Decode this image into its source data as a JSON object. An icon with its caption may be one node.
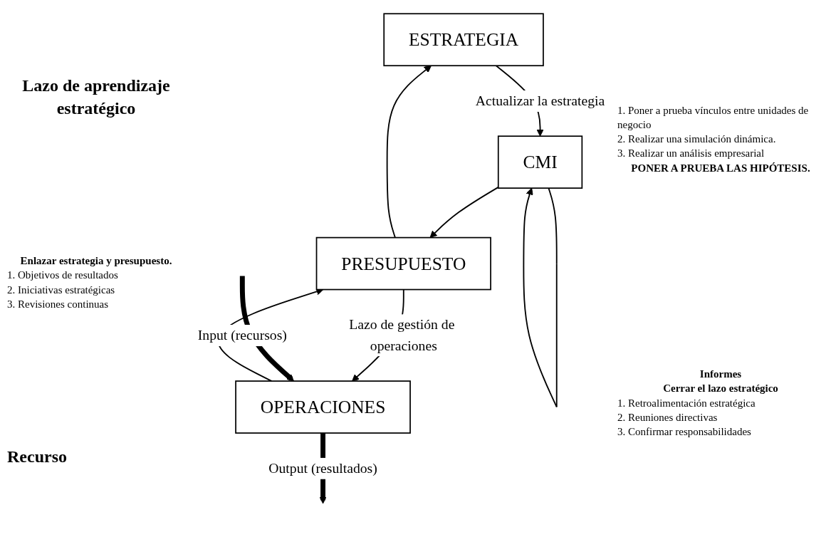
{
  "diagram": {
    "nodes": [
      {
        "text": [
          "ESTRATEGIA"
        ]
      },
      {
        "text": [
          "CMI"
        ]
      },
      {
        "text": [
          "PRESUPUESTO"
        ]
      },
      {
        "text": [
          "OPERACIONES"
        ]
      }
    ],
    "edges": [
      {
        "from": 0,
        "to": 1,
        "arrow": "to",
        "label": "Actualizar la estrategia"
      },
      {
        "from": 1,
        "to": 1,
        "arrow": "to"
      },
      {
        "from": 2,
        "to": 0,
        "arrow": "to"
      },
      {
        "from": 1,
        "to": 2,
        "arrow": "to"
      },
      {
        "from": 2,
        "to": 3,
        "arrow": "to",
        "label": "Lazo de gestión de operaciones"
      },
      {
        "from": 3,
        "to": 2,
        "arrow": "to"
      },
      {
        "from": null,
        "to": 3,
        "arrow": "to",
        "style": "thick",
        "label": "Input (recursos)"
      },
      {
        "from": 3,
        "to": null,
        "arrow": "to",
        "style": "thick",
        "label": "Output (resultados)"
      }
    ],
    "labels": [
      "Lazo de aprendizaje estratégico",
      "1. Poner a prueba vínculos entre unidades de negocio",
      "2. Realizar una simulación dinámica.",
      "3. Realizar un análisis empresarial",
      "PONER A PRUEBA LAS HIPÓTESIS.",
      "Enlazar estrategia y presupuesto.",
      "1. Objetivos de resultados",
      "2. Iniciativas estratégicas",
      "3. Revisiones continuas",
      "Informes",
      "Cerrar el lazo estratégico",
      "1. Retroalimentación estratégica",
      "2. Reuniones directivas",
      "3. Confirmar responsabilidades",
      "Recurso"
    ]
  }
}
